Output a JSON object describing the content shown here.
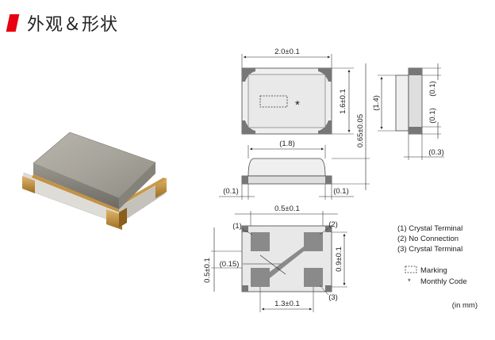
{
  "header": {
    "title": "外观＆形状"
  },
  "dimensions": {
    "top_width": "2.0±0.1",
    "top_height": "1.6±0.1",
    "side_height_left": "(1.4)",
    "side_pad_top": "(0.1)",
    "side_pad_bottom": "(0.1)",
    "side_thickness": "0.65±0.05",
    "side_bottom_width": "(0.3)",
    "front_width": "(1.8)",
    "front_pad_left": "(0.1)",
    "front_pad_right": "(0.1)",
    "bottom_pitch_top": "0.5±0.1",
    "bottom_pitch_left": "0.5±0.1",
    "bottom_gap": "(0.15)",
    "bottom_height_right": "0.9±0.1",
    "bottom_pitch_bottom": "1.3±0.1"
  },
  "pins": {
    "p1": "(1)",
    "p2": "(2)",
    "p3": "(3)"
  },
  "legend": {
    "items": [
      "(1) Crystal Terminal",
      "(2) No Connection",
      "(3) Crystal Terminal"
    ],
    "marking": "Marking",
    "monthly_code": "Monthly Code",
    "star": "*",
    "units": "(in mm)"
  }
}
